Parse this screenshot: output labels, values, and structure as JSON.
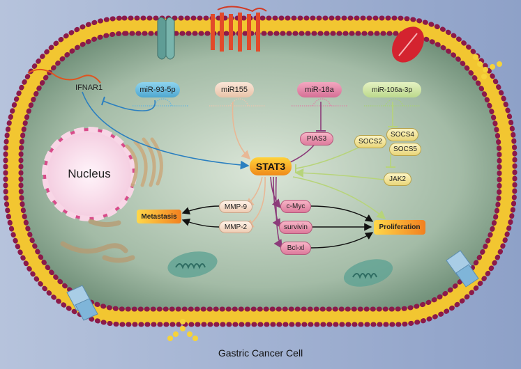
{
  "title": "Gastric Cancer Cell",
  "nucleus": "Nucleus",
  "receptor": "IFNAR1",
  "hub": "STAT3",
  "mirnas": [
    "miR-93-5p",
    "miR155",
    "miR-18a",
    "miR-106a-3p"
  ],
  "regulators": {
    "pias3": "PIAS3",
    "socs2": "SOCS2",
    "socs4": "SOCS4",
    "socs5": "SOCS5",
    "jak2": "JAK2"
  },
  "targets": {
    "mmp9": "MMP-9",
    "mmp2": "MMP-2",
    "cmyc": "c-Myc",
    "survivin": "survivin",
    "bclxl": "Bcl-xl"
  },
  "outcomes": {
    "metastasis": "Metastasis",
    "proliferation": "Proliferation"
  },
  "colors": {
    "background": "#9fb0d0",
    "cytoplasm": "#6f9078",
    "membrane_head": "#8b1a4a",
    "membrane_tail": "#f2c631",
    "arrow_blue": "#2a7fc0",
    "arrow_peach": "#e8b896",
    "arrow_purple": "#8c3b7a",
    "arrow_green": "#b7d47a",
    "hub_fill": "#f0a020",
    "outcome_fill": "#f4a52a"
  }
}
